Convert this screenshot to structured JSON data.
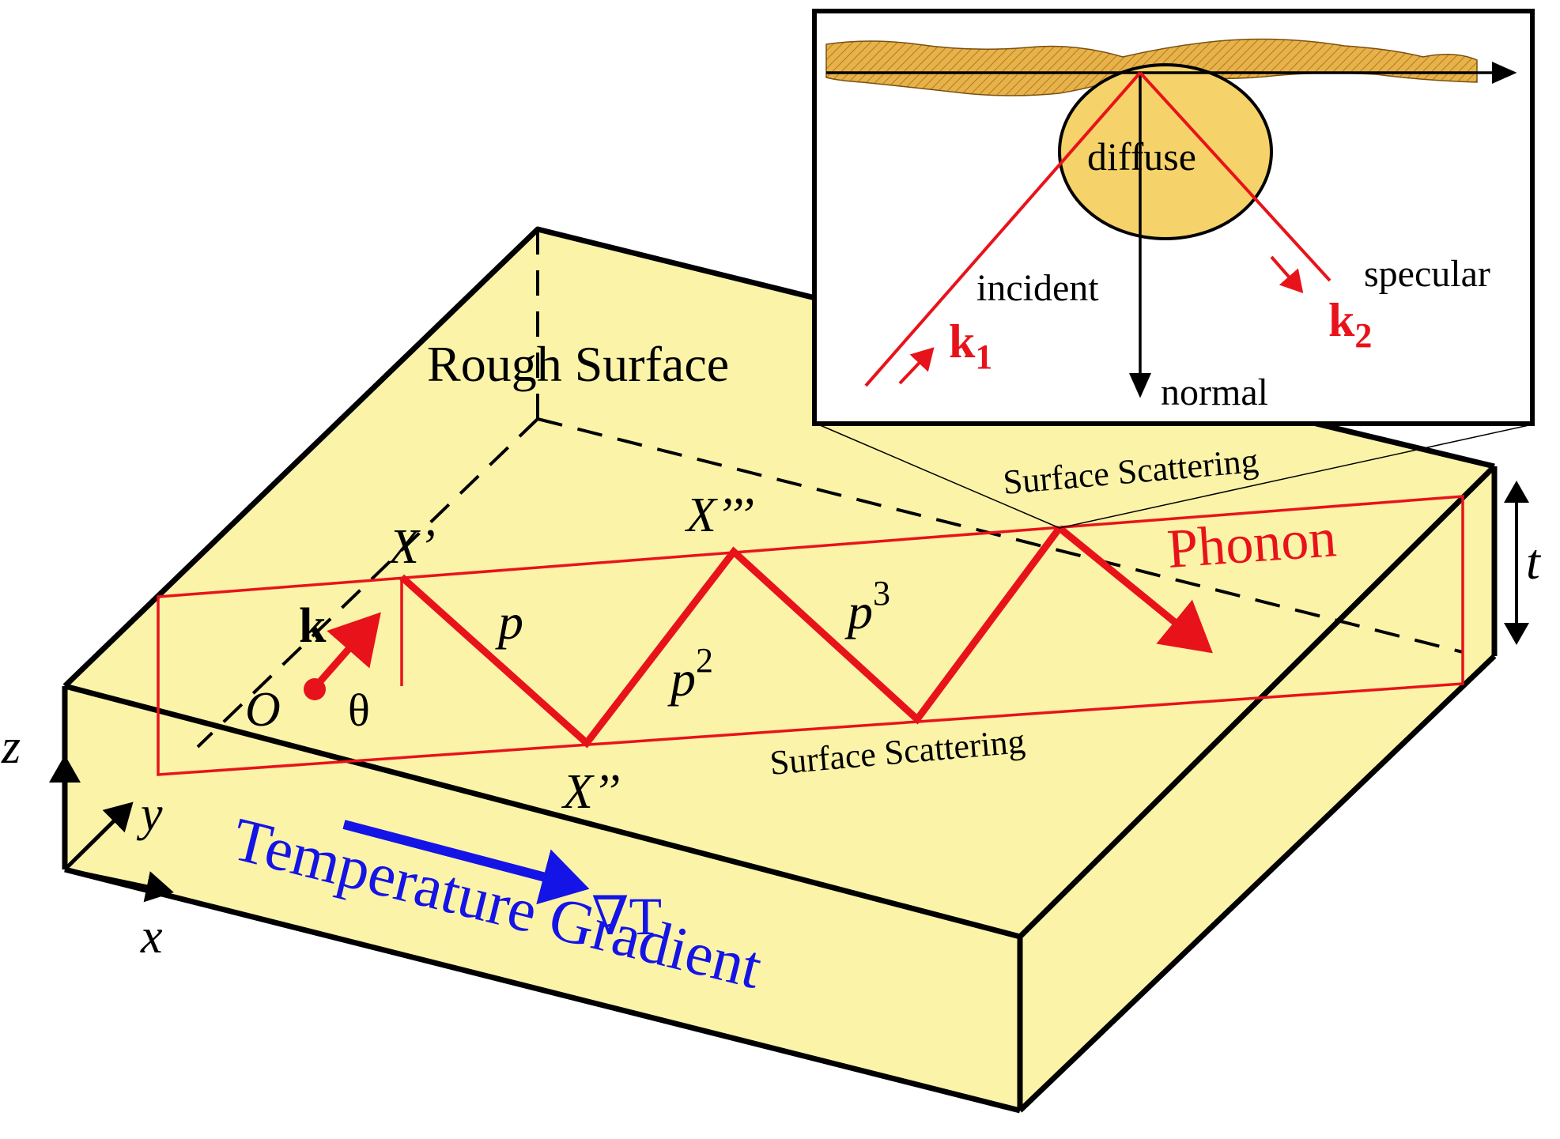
{
  "labels": {
    "rough_surface": "Rough Surface",
    "surface_scattering_top": "Surface Scattering",
    "surface_scattering_bottom": "Surface Scattering",
    "phonon": "Phonon",
    "t": "t",
    "x_prime": "X’",
    "x_double_prime": "X’’",
    "x_triple_prime": "X’’’",
    "p": "p",
    "p2_base": "p",
    "p2_exp": "2",
    "p3_base": "p",
    "p3_exp": "3",
    "k": "k",
    "o": "O",
    "theta": "θ",
    "axis_z": "z",
    "axis_y": "y",
    "axis_x": "x",
    "grad_symbol": "∇T",
    "temperature_gradient": "Temperature Gradient"
  },
  "inset": {
    "diffuse": "diffuse",
    "incident": "incident",
    "specular": "specular",
    "normal": "normal",
    "k1_base": "k",
    "k1_sub": "1",
    "k2_base": "k",
    "k2_sub": "2"
  },
  "colors": {
    "slab_fill": "#fbf3a8",
    "outline": "#000000",
    "phonon_red": "#e8131a",
    "gradient_blue": "#1414e6",
    "inset_surface": "#e8b24a",
    "inset_diffuse": "#f5d36a"
  }
}
